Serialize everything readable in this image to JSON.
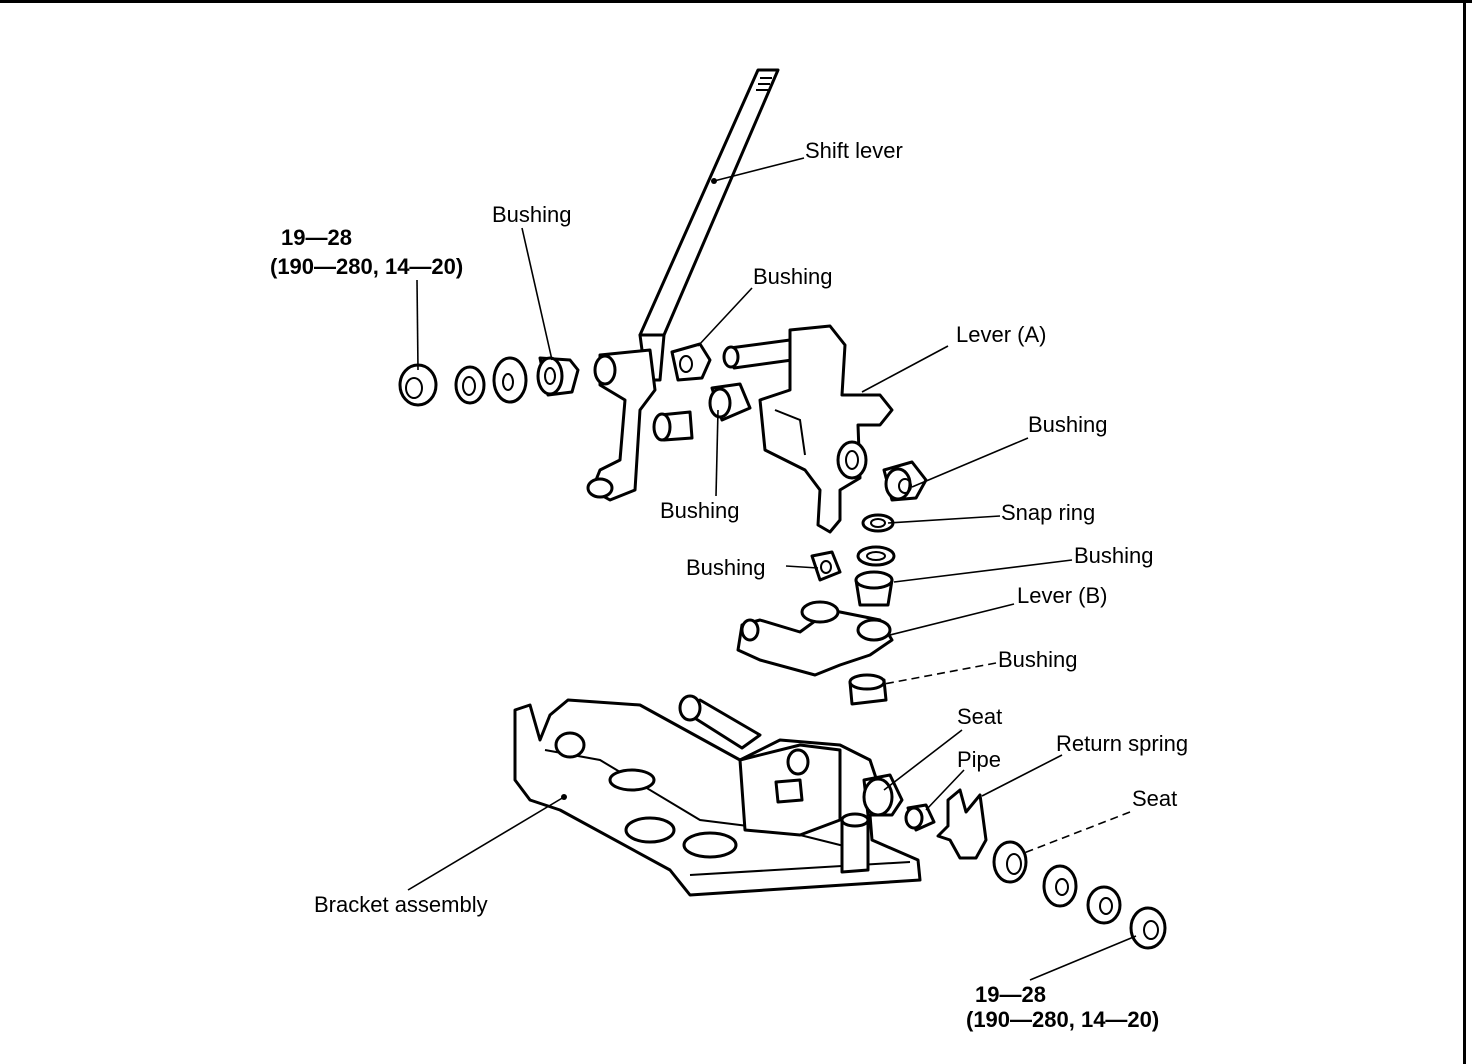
{
  "labels": {
    "shift_lever": "Shift lever",
    "bushing_top_left": "Bushing",
    "torque_top_1": "19—28",
    "torque_top_2": "(190—280, 14—20)",
    "bushing_upper_mid": "Bushing",
    "lever_a": "Lever (A)",
    "bushing_right_upper": "Bushing",
    "bushing_lower_mid": "Bushing",
    "snap_ring": "Snap ring",
    "bushing_small": "Bushing",
    "bushing_right_mid": "Bushing",
    "lever_b": "Lever (B)",
    "bushing_right_lower": "Bushing",
    "seat_top": "Seat",
    "pipe": "Pipe",
    "return_spring": "Return spring",
    "seat_bottom": "Seat",
    "bracket_assembly": "Bracket assembly",
    "torque_bottom_1": "19—28",
    "torque_bottom_2": "(190—280, 14—20)"
  }
}
